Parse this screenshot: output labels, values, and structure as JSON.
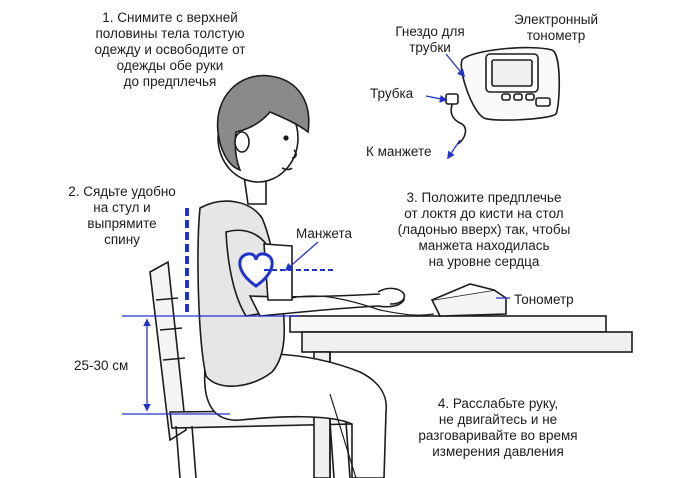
{
  "steps": {
    "step1": "1. Снимите с верхней\nполовины тела толстую\nодежду и освободите от\nодежды обе руки\nдо предплечья",
    "step2": "2. Сядьте удобно\nна стул и\nвыпрямите\nспину",
    "step3": "3. Положите предплечье\nот локтя до кисти на стол\n(ладонью вверх) так, чтобы\nманжета находилась\nна уровне сердца",
    "step4": "4. Расслабьте руку,\nне двигайтесь и не\nразговаривайте во время\nизмерения давления"
  },
  "labels": {
    "tube_socket": "Гнездо для\nтрубки",
    "electronic_monitor": "Электронный\nтонометр",
    "tube": "Трубка",
    "to_cuff": "К манжете",
    "cuff": "Манжета",
    "monitor": "Тонометр",
    "height": "25-30 см"
  },
  "colors": {
    "line": "#1c1c1c",
    "accent": "#2233cc",
    "skin": "#ffffff",
    "hair": "#8a8a8a",
    "shirt": "#e6e6e6"
  }
}
